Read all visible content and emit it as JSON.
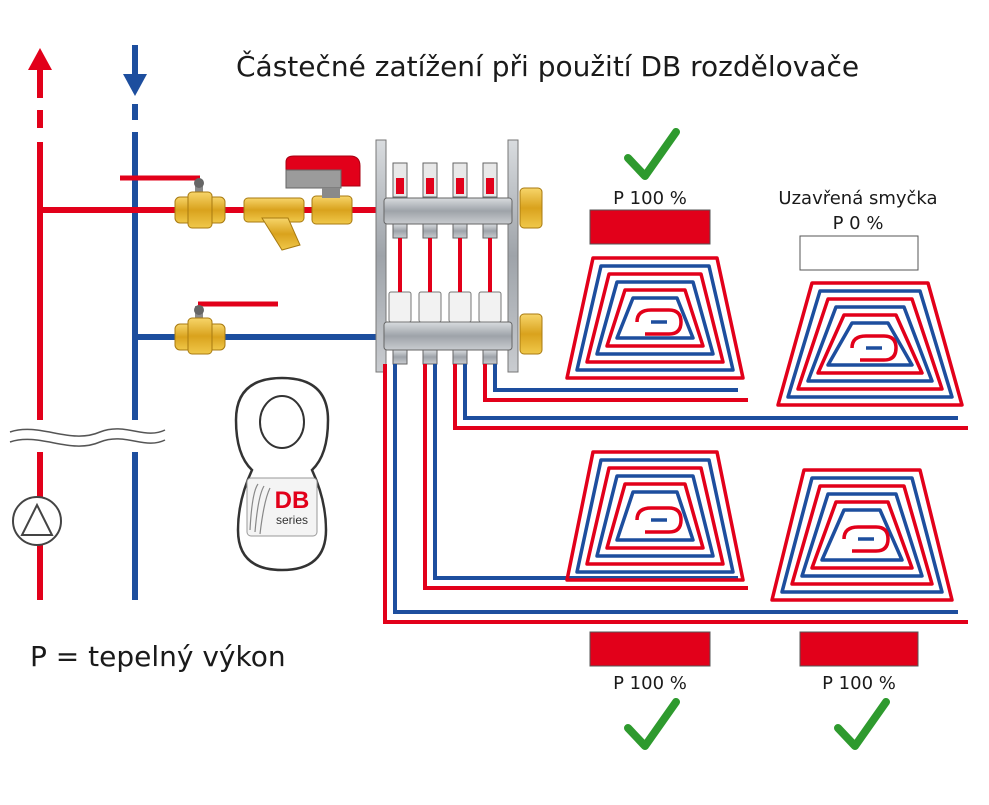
{
  "title": "Částečné zatížení při použití DB rozdělovače",
  "legend": "P = tepelný výkon",
  "badge": {
    "brand": "DB",
    "sub": "series"
  },
  "loops": [
    {
      "id": "top-left",
      "label": "P 100 %",
      "status": "open",
      "power_percent": 100,
      "check": true
    },
    {
      "id": "top-right",
      "note": "Uzavřená smyčka",
      "label": "P 0 %",
      "status": "closed",
      "power_percent": 0,
      "check": false
    },
    {
      "id": "bottom-left",
      "label": "P 100 %",
      "status": "open",
      "power_percent": 100,
      "check": true
    },
    {
      "id": "bottom-right",
      "label": "P 100 %",
      "status": "open",
      "power_percent": 100,
      "check": true
    }
  ],
  "colors": {
    "supply": "#e2001a",
    "return": "#1d4e9e",
    "check": "#2e9a2e",
    "brass": "#e6b42c",
    "steel": "#a9adb3"
  }
}
